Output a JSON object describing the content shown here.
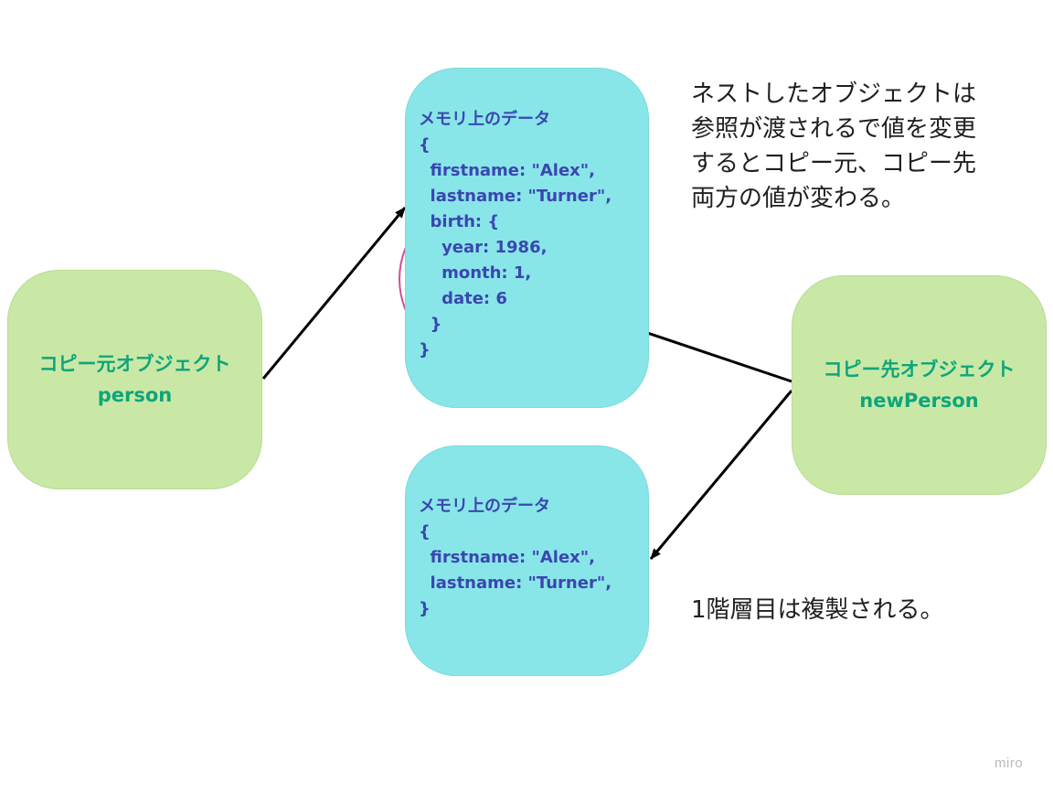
{
  "source_object": {
    "title": "コピー元オブジェクト",
    "name": "person"
  },
  "target_object": {
    "title": "コピー先オブジェクト",
    "name": "newPerson"
  },
  "memory_nested": {
    "lines": [
      "メモリ上のデータ",
      "{",
      "  firstname: \"Alex\",",
      "  lastname: \"Turner\",",
      "  birth: {",
      "    year: 1986,",
      "    month: 1,",
      "    date: 6",
      "  }",
      "}"
    ]
  },
  "memory_shallow": {
    "lines": [
      "メモリ上のデータ",
      "{",
      "  firstname: \"Alex\",",
      "  lastname: \"Turner\",",
      "}"
    ]
  },
  "note_reference": {
    "lines": [
      "ネストしたオブジェクトは",
      "参照が渡されるで値を変更",
      "するとコピー元、コピー先",
      "両方の値が変わる。"
    ]
  },
  "note_copy": {
    "text": "1階層目は複製される。"
  },
  "watermark": "miro",
  "colors": {
    "object_fill": "#c9e8a6",
    "object_text": "#0ea57a",
    "memory_fill": "#88e6e8",
    "memory_text": "#3b46b0",
    "highlight_circle": "#cc4f9a",
    "arrow": "#000000"
  }
}
